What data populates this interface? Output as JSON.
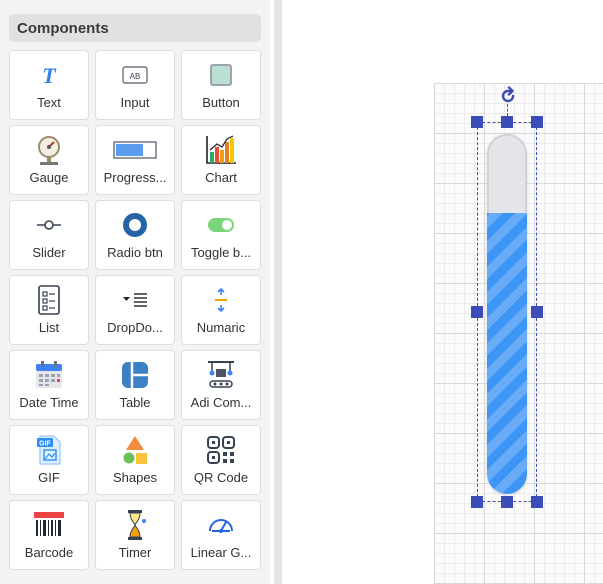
{
  "panel": {
    "title": "Components"
  },
  "components": [
    {
      "label": "Text",
      "icon": "text-icon"
    },
    {
      "label": "Input",
      "icon": "input-icon"
    },
    {
      "label": "Button",
      "icon": "button-icon"
    },
    {
      "label": "Gauge",
      "icon": "gauge-icon"
    },
    {
      "label": "Progress...",
      "icon": "progress-icon"
    },
    {
      "label": "Chart",
      "icon": "chart-icon"
    },
    {
      "label": "Slider",
      "icon": "slider-icon"
    },
    {
      "label": "Radio btn",
      "icon": "radio-icon"
    },
    {
      "label": "Toggle b...",
      "icon": "toggle-icon"
    },
    {
      "label": "List",
      "icon": "list-icon"
    },
    {
      "label": "DropDo...",
      "icon": "dropdown-icon"
    },
    {
      "label": "Numaric",
      "icon": "numeric-icon"
    },
    {
      "label": "Date Time",
      "icon": "calendar-icon"
    },
    {
      "label": "Table",
      "icon": "table-icon"
    },
    {
      "label": "Adi Com...",
      "icon": "advanced-component-icon"
    },
    {
      "label": "GIF",
      "icon": "gif-icon"
    },
    {
      "label": "Shapes",
      "icon": "shapes-icon"
    },
    {
      "label": "QR Code",
      "icon": "qr-code-icon"
    },
    {
      "label": "Barcode",
      "icon": "barcode-icon"
    },
    {
      "label": "Timer",
      "icon": "hourglass-icon"
    },
    {
      "label": "Linear G...",
      "icon": "linear-gauge-icon"
    }
  ],
  "canvas": {
    "selected_widget": "vertical-progress-bar",
    "progress_value": 0.78,
    "fill_color": "#3d95f5",
    "track_color": "#e3e5e8",
    "selection_color": "#3d4db7"
  }
}
